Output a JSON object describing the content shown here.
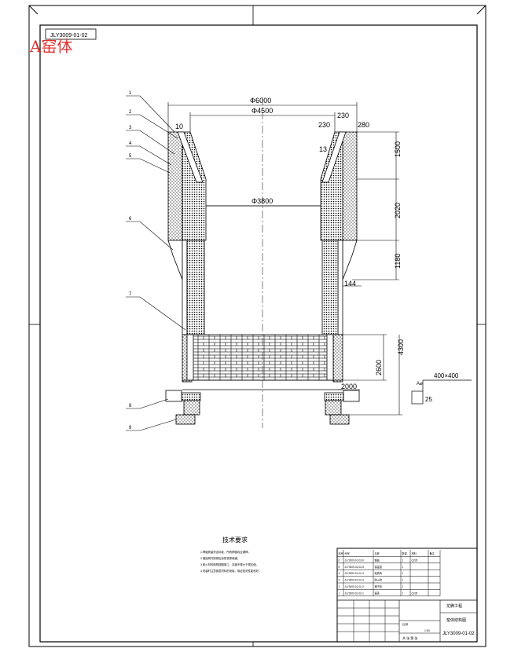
{
  "header": {
    "red_title": "A窑体",
    "drawing_code_box": "JLY3009-01-02"
  },
  "dimensions": {
    "outer_diameter": "Φ6000",
    "mid_diameter": "Φ4500",
    "inner_diameter": "Φ3800",
    "wall_10": "10",
    "wall_230_left": "230",
    "wall_230_right": "230",
    "wall_280": "280",
    "wall_13": "13",
    "height_1500": "1500",
    "height_2020": "2020",
    "height_1180": "1180",
    "offset_144": "144",
    "height_4300": "4300",
    "height_2600": "2600",
    "width_2000": "2000"
  },
  "leaders": [
    "1",
    "2",
    "3",
    "4",
    "5",
    "6",
    "7",
    "8",
    "9"
  ],
  "detail": {
    "label": "A⌀",
    "size": "400×400",
    "value": "25"
  },
  "notes": {
    "title": "技术要求",
    "lines": [
      "1.焊缝质量符合标准，所有焊缝均应满焊。",
      "2.钢结构件除锈后涂防锈漆两道。",
      "3.耐火材料砌筑按图施工，灰缝不得大于规定值。",
      "4.安装时注意各层材料的衔接，保证密封性能良好。"
    ]
  },
  "title_block": {
    "company": "龙腾工程",
    "drawing_name": "窑体结构图",
    "drawing_no": "JLY3009-01-02",
    "scale_label": "比例",
    "scale_value": "1:50",
    "sheet_info": "共 张 第 张",
    "parts_header": [
      "序号",
      "代号",
      "名称",
      "数量",
      "材料",
      "备注"
    ],
    "parts": [
      [
        "6",
        "JLY3009-01-02-6",
        "钢板",
        "1",
        "Q235",
        ""
      ],
      [
        "5",
        "JLY3009-01-02-5",
        "保温层",
        "1",
        "",
        ""
      ],
      [
        "4",
        "JLY3009-01-02-4",
        "轻质砖",
        "1",
        "",
        ""
      ],
      [
        "3",
        "JLY3009-01-02-3",
        "耐火砖",
        "1",
        "",
        ""
      ],
      [
        "2",
        "JLY3009-01-02-2",
        "格子砖",
        "1",
        "",
        ""
      ],
      [
        "1",
        "JLY3009-01-02-1",
        "窑壳",
        "1",
        "Q235",
        ""
      ]
    ]
  }
}
